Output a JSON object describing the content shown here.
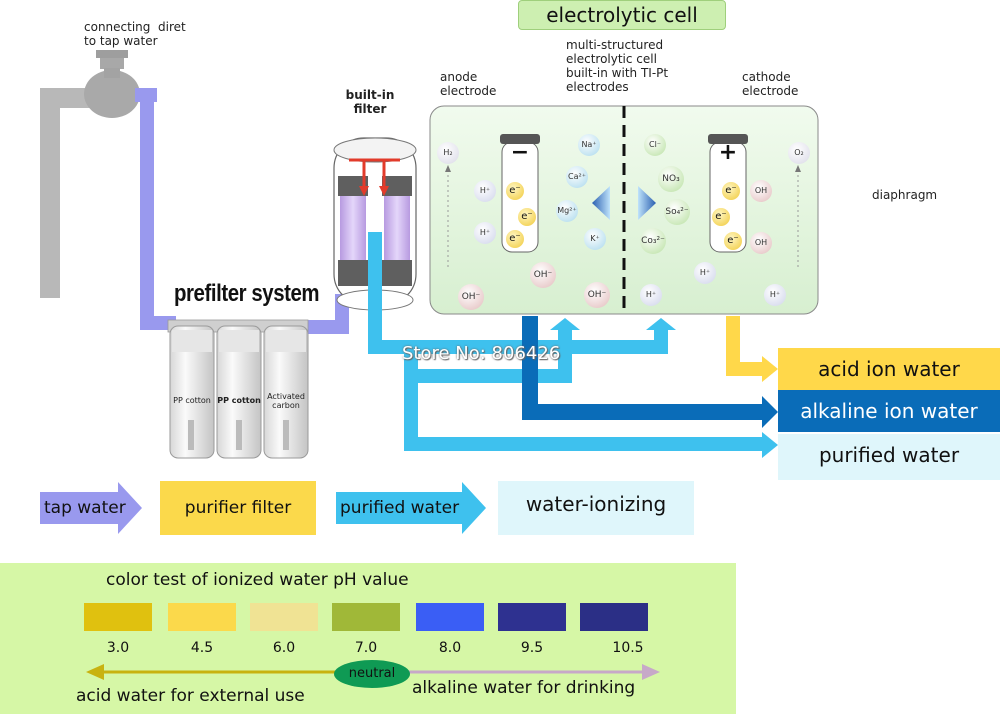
{
  "title": "electrolytic cell",
  "labels": {
    "tap_connect": "connecting  diret\nto tap water",
    "builtin_filter": "built-in\nfilter",
    "multi_cell": "multi-structured\nelectrolytic cell\nbuilt-in with TI-Pt\nelectrodes",
    "anode": "anode\nelectrode",
    "cathode": "cathode\nelectrode",
    "diaphragm": "diaphragm",
    "prefilter": "prefilter system",
    "watermark": "Store No: 806426"
  },
  "filters": [
    "PP  cotton",
    "PP cotton",
    "Activated\ncarbon"
  ],
  "electrodes": {
    "minus": "−",
    "plus": "+"
  },
  "ions": {
    "h2": "H₂",
    "o2": "O₂",
    "h": "H⁺",
    "oh": "OH⁻",
    "oh_plain": "OH",
    "na": "Na⁺",
    "ca": "Ca²⁺",
    "mg": "Mg²⁺",
    "k": "K⁺",
    "cl": "Cl⁻",
    "no3": "NO₃",
    "so4": "So₄²⁻",
    "co3": "Co₃²⁻",
    "e": "e⁻"
  },
  "outputs": [
    {
      "label": "acid ion water",
      "color": "#ffd84a",
      "text_color": "#111111"
    },
    {
      "label": "alkaline ion water",
      "color": "#0a6cb8",
      "text_color": "#ffffff"
    },
    {
      "label": "purified water",
      "color": "#dff6fb",
      "text_color": "#111111"
    }
  ],
  "flow": {
    "tap_water": "tap water",
    "purifier_filter": "purifier filter",
    "purified_water": "purified water",
    "water_ionizing": "water-ionizing"
  },
  "ph_test": {
    "title": "color test of ionized water pH value",
    "swatches": [
      {
        "value": "3.0",
        "color": "#e0c10f"
      },
      {
        "value": "4.5",
        "color": "#fbd94b"
      },
      {
        "value": "6.0",
        "color": "#f0e394"
      },
      {
        "value": "7.0",
        "color": "#a0b838"
      },
      {
        "value": "8.0",
        "color": "#3a5ef5"
      },
      {
        "value": "9.5",
        "color": "#2e3190"
      },
      {
        "value": "10.5",
        "color": "#2b2f86"
      }
    ],
    "neutral": "neutral",
    "acid_use": "acid water for external use",
    "alkaline_use": "alkaline water for drinking"
  },
  "colors": {
    "pipe_gray": "#b5b5b5",
    "pipe_purple": "#9999ee",
    "flow_blue": "#3ec1ee",
    "dark_blue": "#0a6cb8",
    "acid_yellow": "#ffd84a",
    "cell_green": "#e3f4dc",
    "legend_bg": "#d6f7a6"
  }
}
